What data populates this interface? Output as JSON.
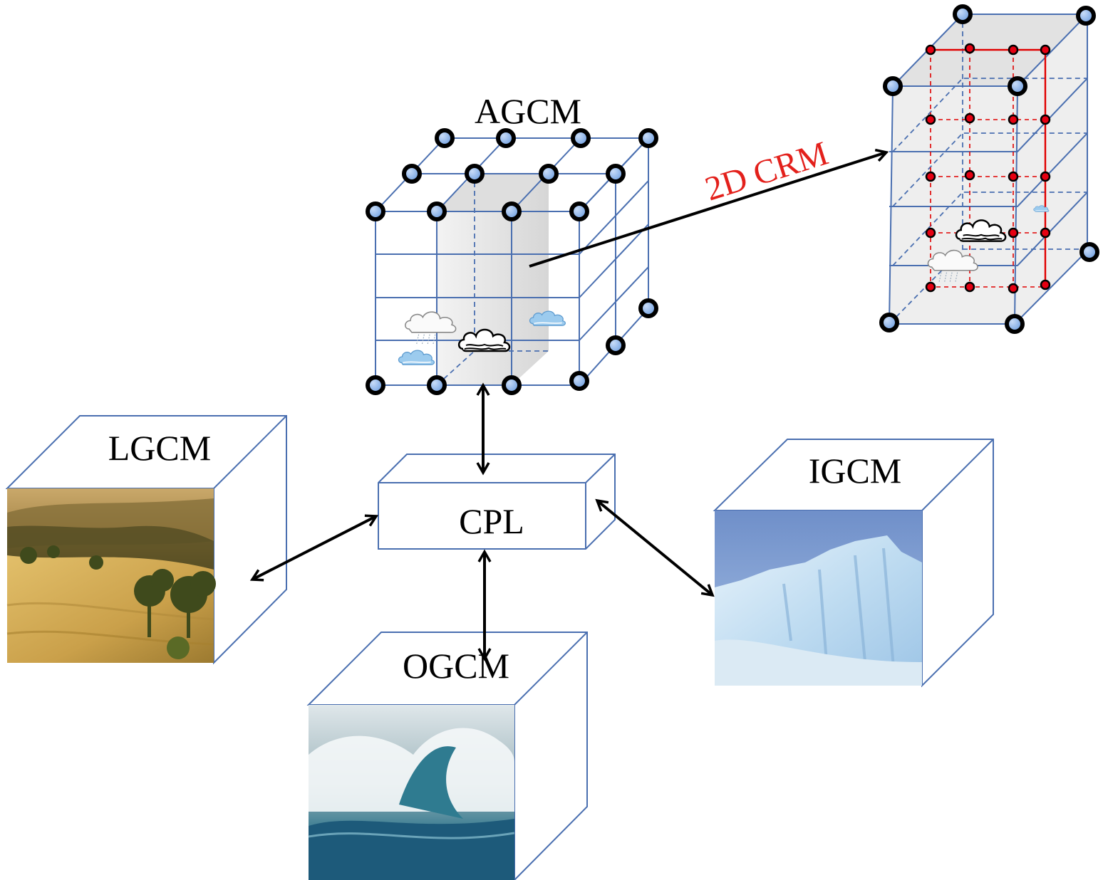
{
  "labels": {
    "agcm": "AGCM",
    "crm": "2D CRM",
    "lgcm": "LGCM",
    "cpl": "CPL",
    "igcm": "IGCM",
    "ogcm": "OGCM"
  },
  "colors": {
    "box_edge": "#4a6fb0",
    "node_fill": "#86b0ea",
    "crm_text": "#e3201b",
    "crm_grid": "#e00000",
    "arrow": "#000000",
    "panel_gray": "#e8e8e8"
  },
  "icons": {
    "cloud": "cumulus-cloud-icon",
    "rain_cloud": "rain-cloud-icon",
    "small_cloud": "blue-cloud-icon"
  }
}
